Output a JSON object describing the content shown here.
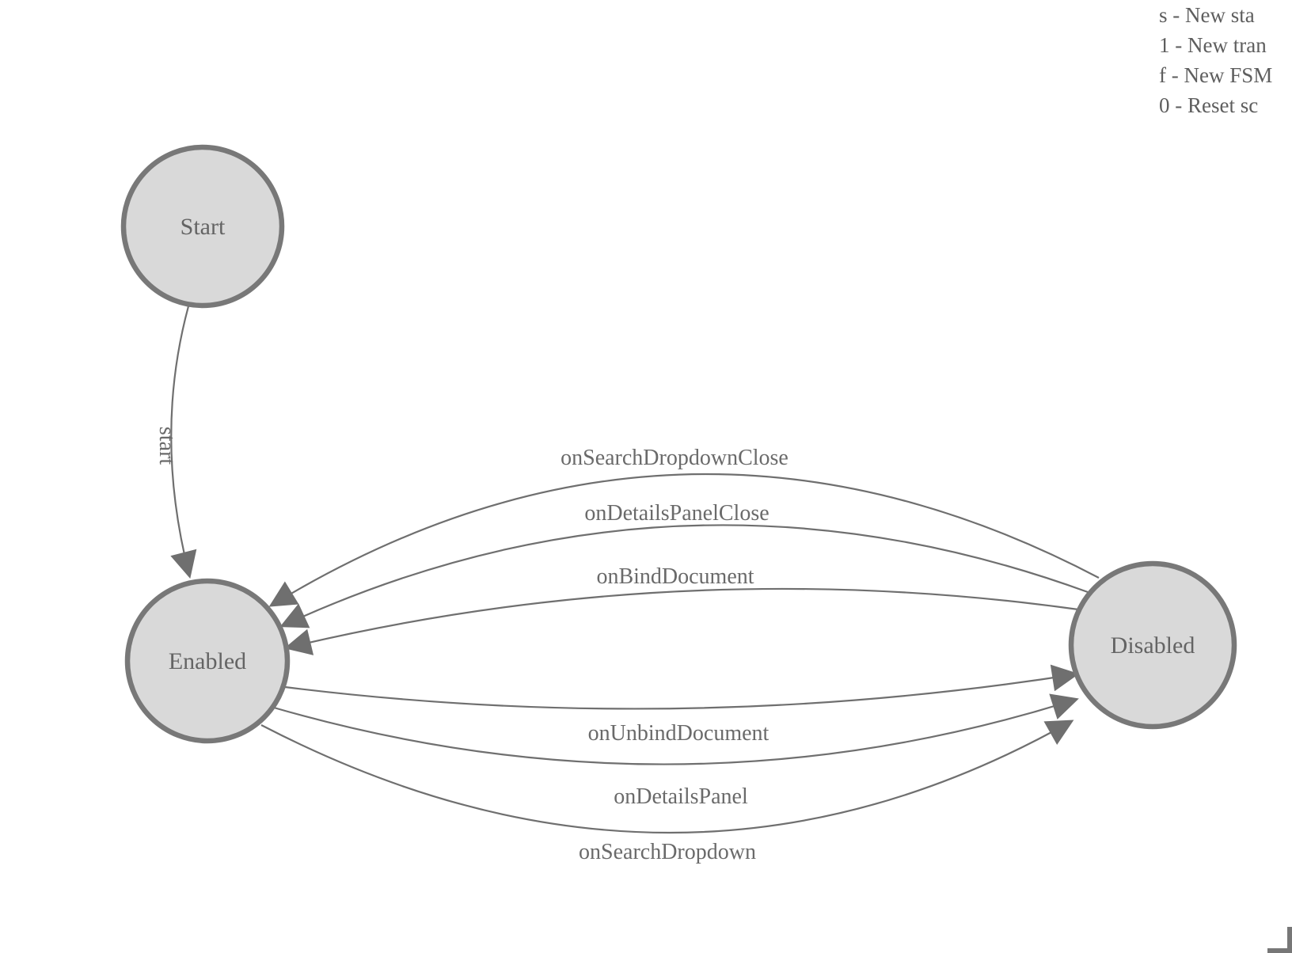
{
  "diagram": {
    "type": "fsm-state-diagram",
    "states": [
      {
        "id": "start",
        "label": "Start"
      },
      {
        "id": "enabled",
        "label": "Enabled"
      },
      {
        "id": "disabled",
        "label": "Disabled"
      }
    ],
    "transitions": [
      {
        "from": "start",
        "to": "enabled",
        "label": "start"
      },
      {
        "from": "disabled",
        "to": "enabled",
        "label": "onSearchDropdownClose"
      },
      {
        "from": "disabled",
        "to": "enabled",
        "label": "onDetailsPanelClose"
      },
      {
        "from": "disabled",
        "to": "enabled",
        "label": "onBindDocument"
      },
      {
        "from": "enabled",
        "to": "disabled",
        "label": "onUnbindDocument"
      },
      {
        "from": "enabled",
        "to": "disabled",
        "label": "onDetailsPanel"
      },
      {
        "from": "enabled",
        "to": "disabled",
        "label": "onSearchDropdown"
      }
    ]
  },
  "legend": {
    "items": [
      {
        "label": "s - New sta"
      },
      {
        "label": "1 - New tran"
      },
      {
        "label": "f - New FSM"
      },
      {
        "label": "0 - Reset sc"
      }
    ]
  },
  "colors": {
    "background": "#ffffff",
    "node_fill": "#d9d9d9",
    "node_stroke": "#787878",
    "edge_stroke": "#6f6f6f",
    "label_text": "#6a6a6a",
    "legend_text": "#5e5e5e"
  }
}
